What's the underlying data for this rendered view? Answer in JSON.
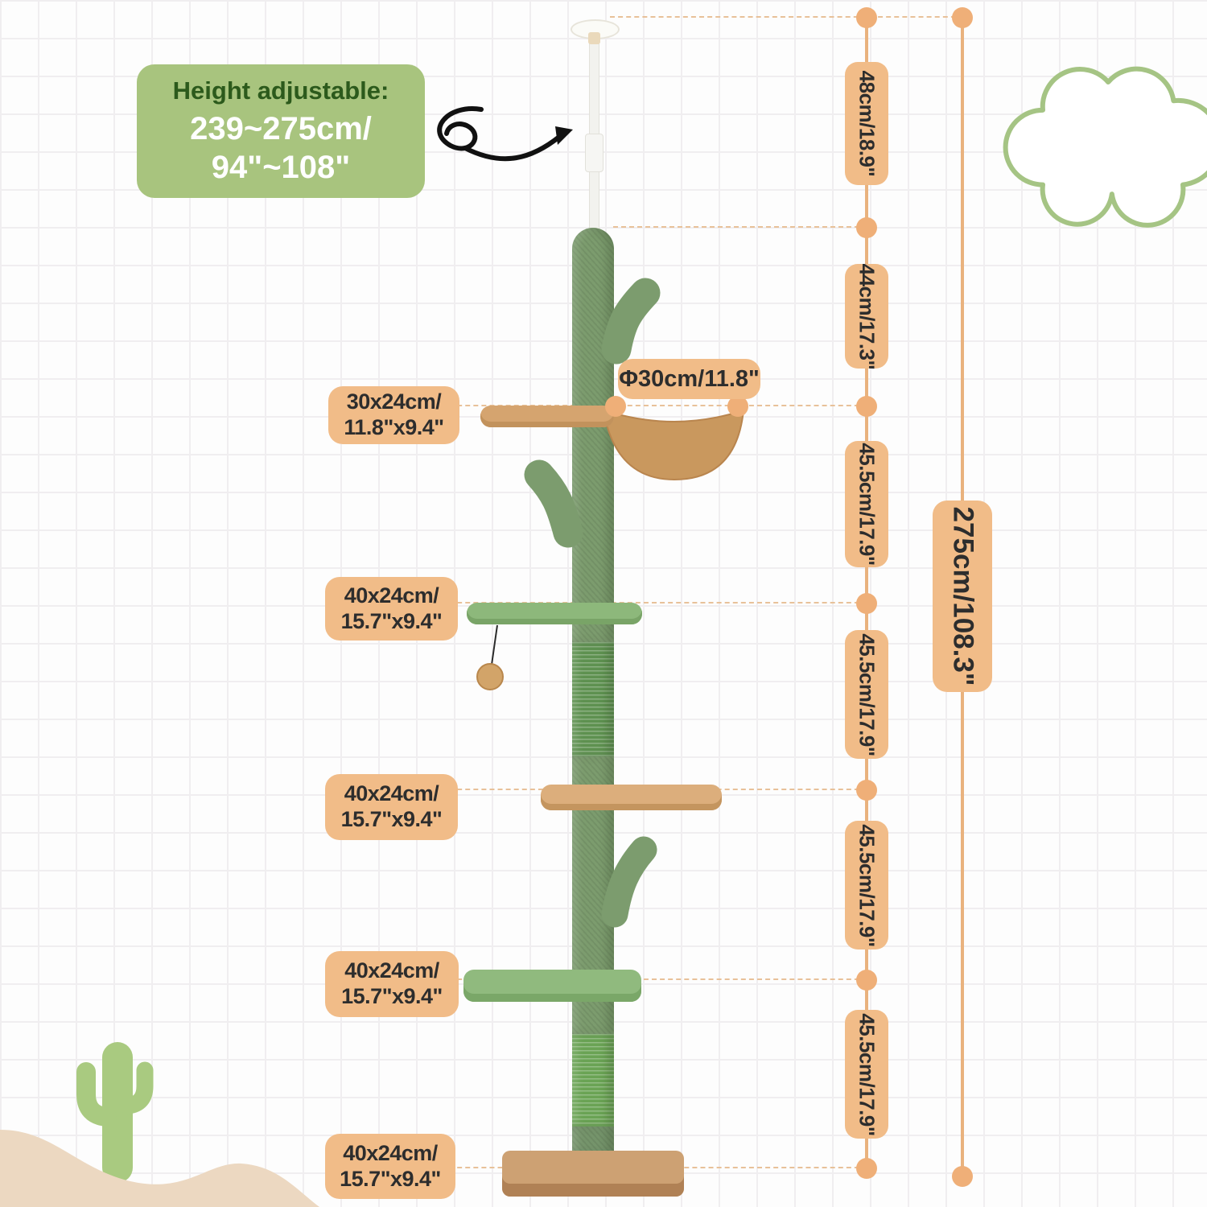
{
  "info_box": {
    "title": "Height adjustable:",
    "range_cm": "239~275cm/",
    "range_in": "94\"~108\""
  },
  "hammock_label": "Φ30cm/11.8\"",
  "left_labels": [
    {
      "line1": "30x24cm/",
      "line2": "11.8\"x9.4\""
    },
    {
      "line1": "40x24cm/",
      "line2": "15.7\"x9.4\""
    },
    {
      "line1": "40x24cm/",
      "line2": "15.7\"x9.4\""
    },
    {
      "line1": "40x24cm/",
      "line2": "15.7\"x9.4\""
    },
    {
      "line1": "40x24cm/",
      "line2": "15.7\"x9.4\""
    }
  ],
  "chain_segments": [
    "48cm/18.9\"",
    "44cm/17.3\"",
    "45.5cm/17.9\"",
    "45.5cm/17.9\"",
    "45.5cm/17.9\"",
    "45.5cm/17.9\""
  ],
  "total_height": "275cm/108.3\"",
  "colors": {
    "label_pill": "#F1BC88",
    "chain_line": "#E9B27E",
    "info_box_green": "#A8C47E",
    "tree_green_plush": "#7C9C6E",
    "sisal_green": "#5E9150",
    "platform_green": "#8DB87B",
    "platform_tan": "#D5A46F",
    "deco_cactus_green": "#A9CA80",
    "sand_beige": "#ECD8C1",
    "cloud_outline_green": "#A5C484"
  }
}
